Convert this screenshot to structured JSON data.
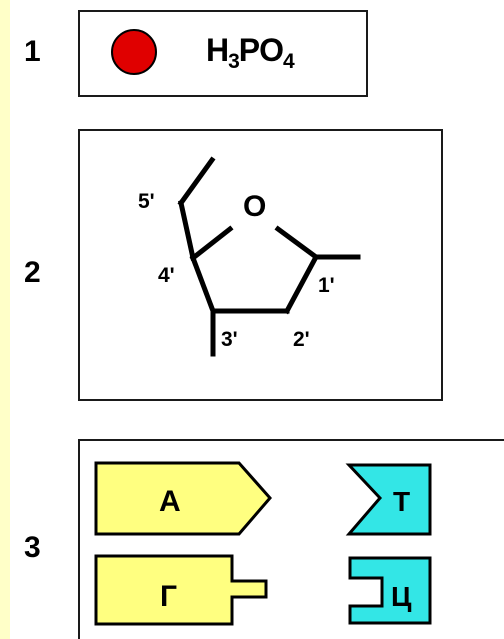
{
  "rows": [
    {
      "number": "1"
    },
    {
      "number": "2"
    },
    {
      "number": "3"
    }
  ],
  "phosphate": {
    "formula": {
      "h": "H",
      "h_sub": "3",
      "po": "PO",
      "o_sub": "4"
    },
    "dot_color": "#e00000"
  },
  "sugar": {
    "ring_oxygen": "O",
    "carbons": [
      "5'",
      "4'",
      "3'",
      "2'",
      "1'"
    ]
  },
  "bases": [
    {
      "letter": "А",
      "color": "#ffff80"
    },
    {
      "letter": "Г",
      "color": "#ffff80"
    },
    {
      "letter": "Т",
      "color": "#33e6e6"
    },
    {
      "letter": "Ц",
      "color": "#33e6e6"
    }
  ],
  "colors": {
    "left_strip": "#ffffc8",
    "purine": "#ffff80",
    "pyrimidine": "#33e6e6"
  }
}
